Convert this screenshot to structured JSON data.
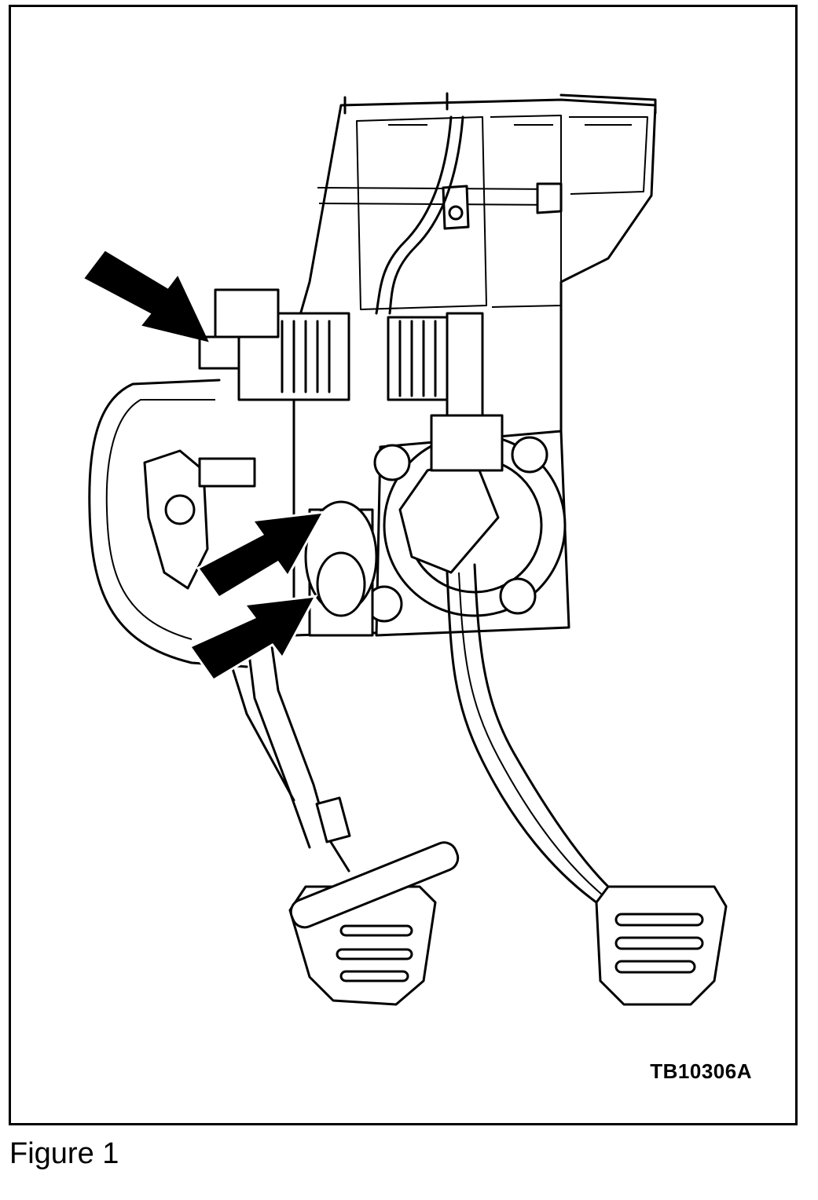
{
  "figure": {
    "reference_code": "TB10306A",
    "caption": "Figure 1"
  },
  "style": {
    "line_color": "#000000",
    "background_color": "#ffffff"
  },
  "callouts": [
    {
      "icon": "arrow-icon",
      "points_to": "pedal box upper mount stud"
    },
    {
      "icon": "arrow-icon",
      "points_to": "clutch pedal pivot upper"
    },
    {
      "icon": "arrow-icon",
      "points_to": "clutch pedal pivot lower"
    }
  ]
}
